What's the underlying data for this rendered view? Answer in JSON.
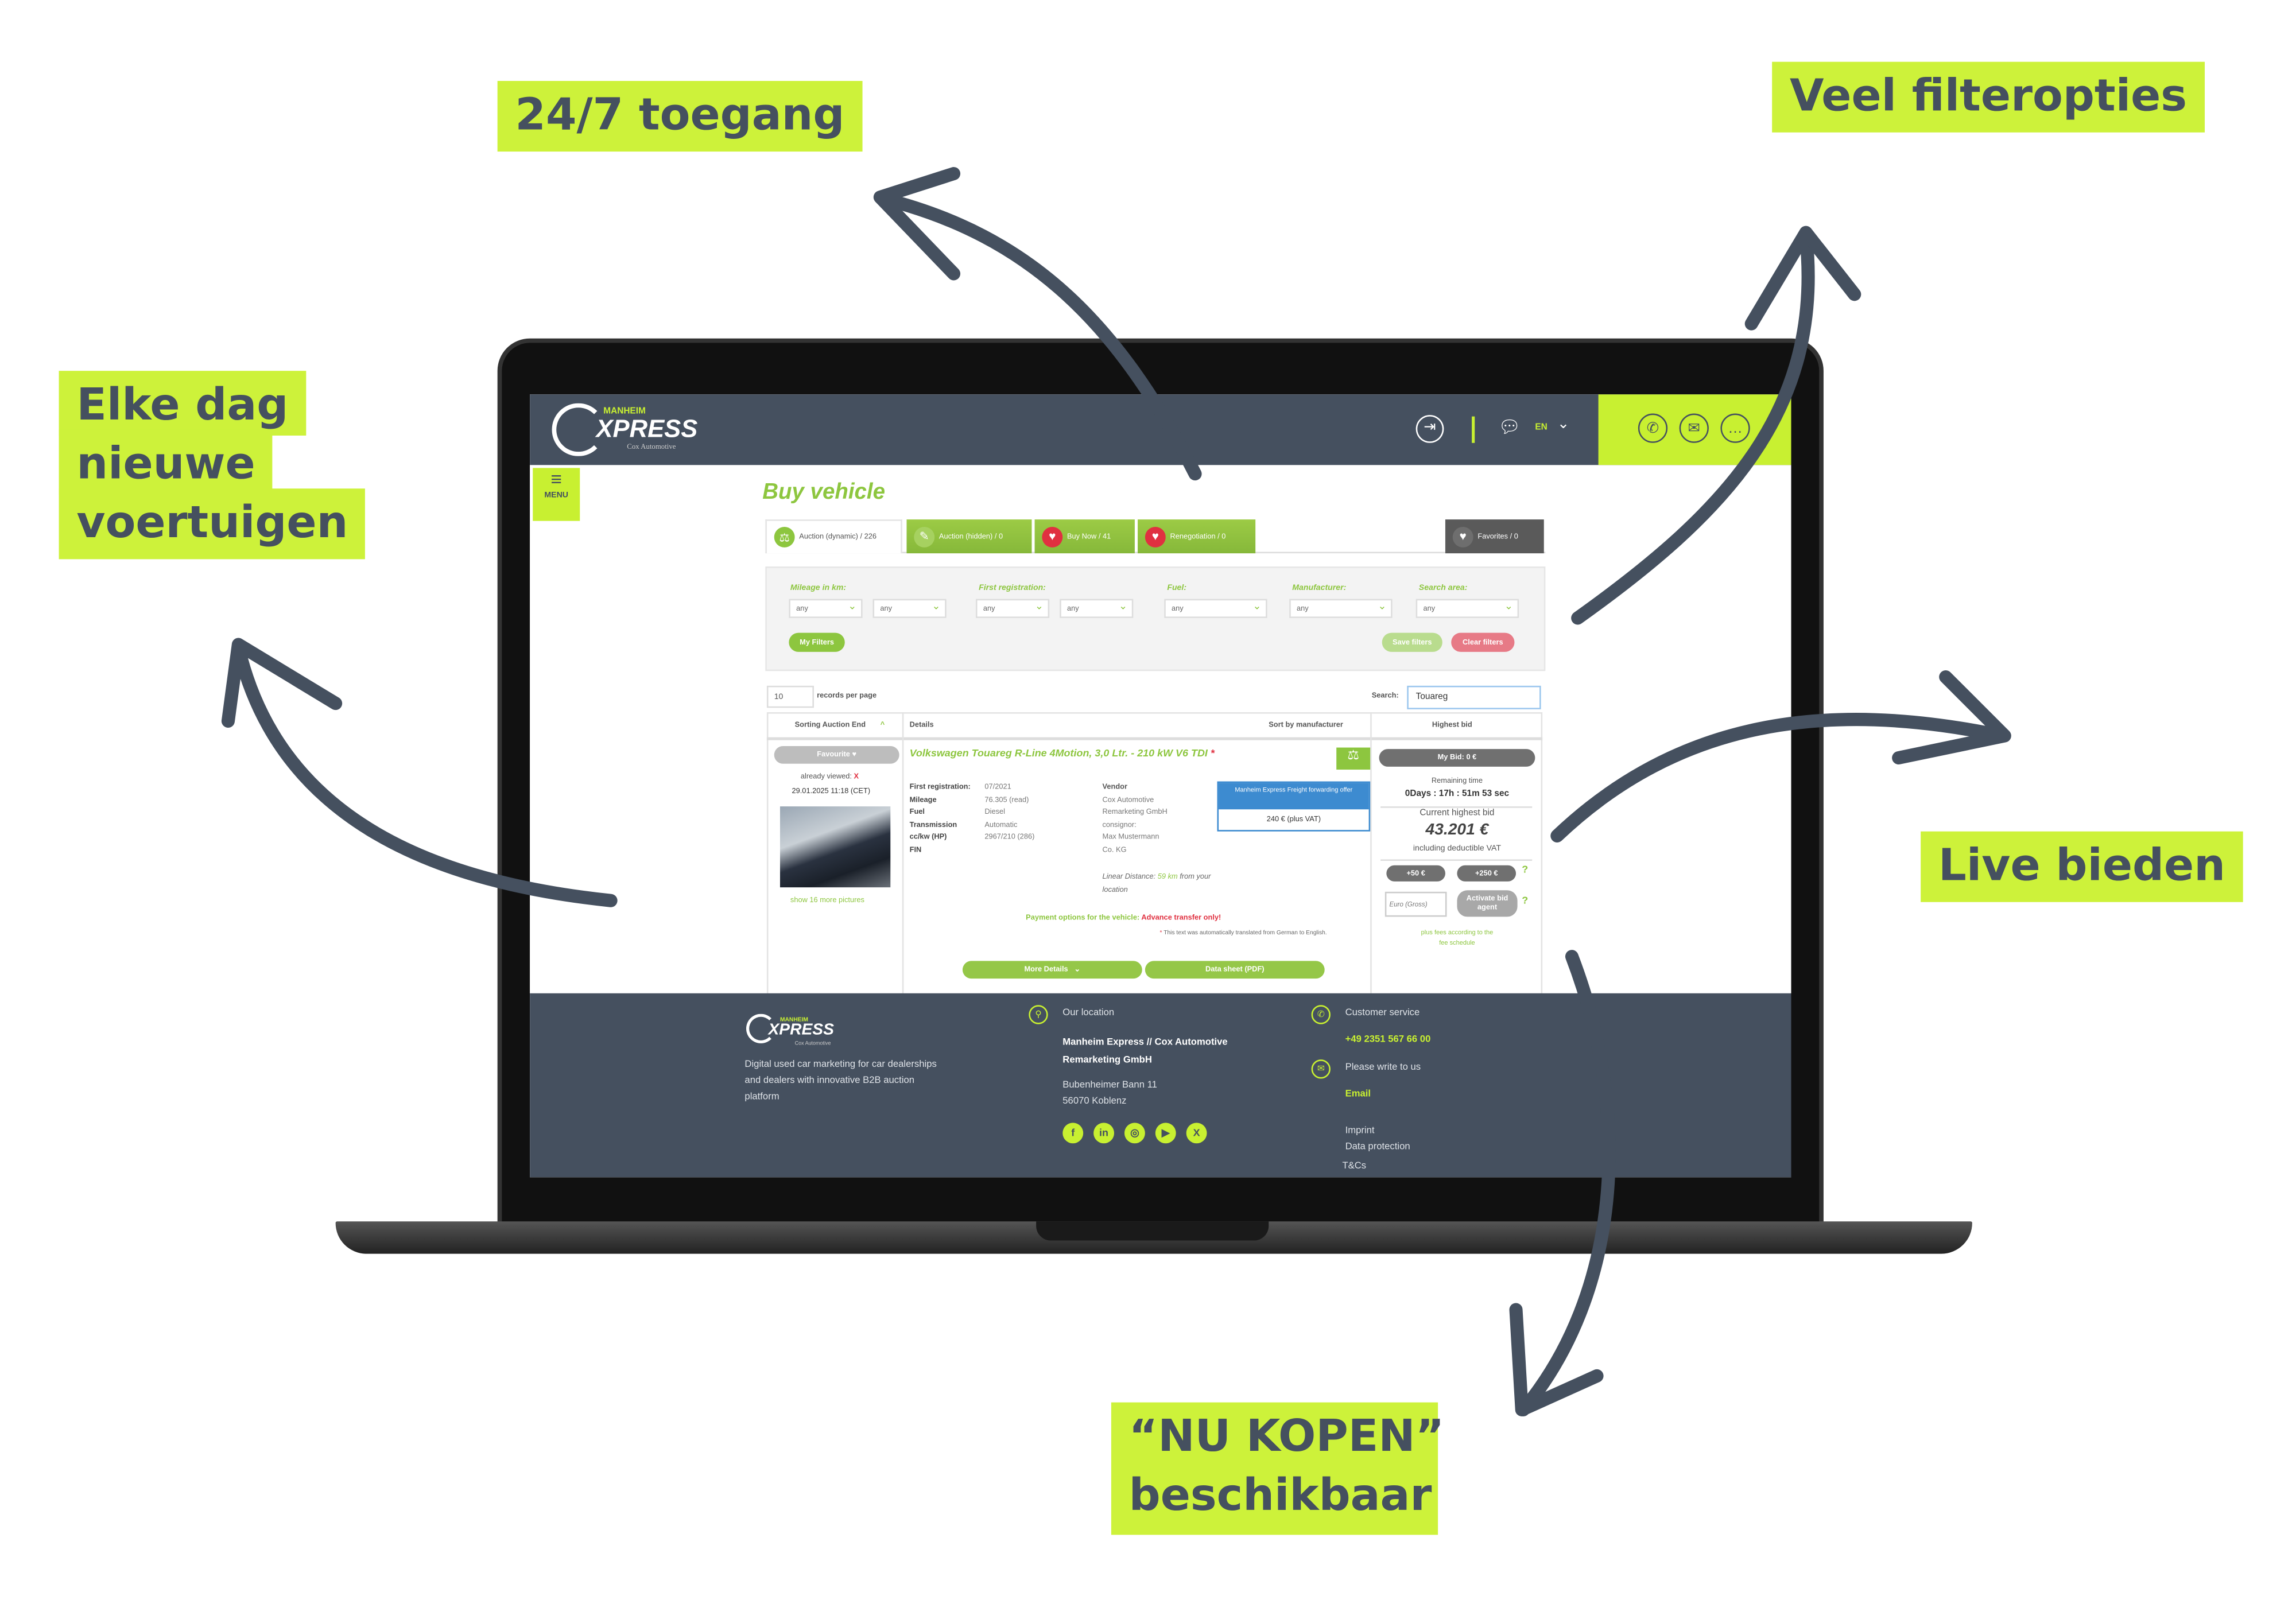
{
  "callouts": {
    "access": "24/7 toegang",
    "filters": "Veel filteropties",
    "daily_line1": "Elke dag",
    "daily_line2": "nieuwe",
    "daily_line3": "voertuigen",
    "live": "Live bieden",
    "buynow_line1": "“NU KOPEN”",
    "buynow_line2": "beschikbaar"
  },
  "header": {
    "logo_top": "MANHEIM",
    "logo_main": "XPRESS",
    "logo_sub": "Cox Automotive",
    "language": "EN",
    "menu_label": "MENU"
  },
  "page": {
    "title": "Buy vehicle"
  },
  "tabs": [
    {
      "label": "Auction (dynamic) / 226"
    },
    {
      "label": "Auction (hidden) / 0"
    },
    {
      "label": "Buy Now / 41"
    },
    {
      "label": "Renegotiation / 0"
    },
    {
      "label": "Favorites / 0"
    }
  ],
  "filters": {
    "mileage_label": "Mileage in km:",
    "first_reg_label": "First registration:",
    "fuel_label": "Fuel:",
    "manufacturer_label": "Manufacturer:",
    "search_area_label": "Search area:",
    "any": "any",
    "my_filters": "My Filters",
    "save_filters": "Save filters",
    "clear_filters": "Clear filters"
  },
  "table": {
    "records_value": "10",
    "records_label": "records per page",
    "search_label": "Search:",
    "search_value": "Touareg",
    "headers": {
      "sorting": "Sorting Auction End",
      "details": "Details",
      "sort_manufacturer": "Sort by manufacturer",
      "highest_bid": "Highest bid"
    }
  },
  "listing": {
    "favourite": "Favourite",
    "already_viewed": "already viewed:",
    "viewed_mark": "X",
    "date": "29.01.2025 11:18 (CET)",
    "more_pictures": "show 16 more pictures",
    "title": "Volkswagen Touareg R-Line 4Motion, 3,0 Ltr. - 210 kW V6 TDI",
    "asterisk": "*",
    "specs": [
      {
        "k": "First registration:",
        "v": "07/2021"
      },
      {
        "k": "Mileage",
        "v": "76.305 (read)"
      },
      {
        "k": "Fuel",
        "v": "Diesel"
      },
      {
        "k": "Transmission",
        "v": "Automatic"
      },
      {
        "k": "cc/kw (HP)",
        "v": "2967/210 (286)"
      },
      {
        "k": "FIN",
        "v": ""
      }
    ],
    "vendor_label": "Vendor",
    "vendor_lines": [
      "Cox Automotive",
      "Remarketing GmbH",
      "consignor:",
      "Max Mustermann",
      "Co. KG"
    ],
    "distance_prefix": "Linear Distance:",
    "distance_value": "59 km",
    "distance_suffix": "from your location",
    "freight_title": "Manheim Express Freight forwarding offer",
    "freight_price": "240 € (plus VAT)",
    "payment_label": "Payment options for the vehicle:",
    "payment_value": "Advance transfer only!",
    "translation_note": "This text was automatically translated from German to English.",
    "more_details": "More Details",
    "data_sheet": "Data sheet (PDF)",
    "my_bid": "My Bid: 0 €",
    "remaining_label": "Remaining time",
    "remaining_value": "0Days : 17h : 51m 53 sec",
    "current_bid_label": "Current highest bid",
    "current_bid": "43.201 €",
    "vat_note": "including deductible VAT",
    "plus50": "+50 €",
    "plus250": "+250 €",
    "bid_placeholder": "Euro (Gross)",
    "bid_agent": "Activate bid agent",
    "fees_note": "plus fees according to the fee schedule"
  },
  "footer": {
    "tagline": "Digital used car marketing for car dealerships and dealers with innovative B2B auction platform",
    "location_label": "Our location",
    "company": "Manheim Express // Cox Automotive Remarketing GmbH",
    "street": "Bubenheimer Bann 11",
    "city": "56070 Koblenz",
    "service_label": "Customer service",
    "phone": "+49 2351 567 66 00",
    "write_label": "Please write to us",
    "email": "Email",
    "imprint": "Imprint",
    "data_protection": "Data protection",
    "tcs": "T&Cs"
  },
  "colors": {
    "lime": "#c8f031",
    "slate": "#45505f",
    "green": "#8dc63f",
    "red": "#e03040",
    "blue": "#3d8bd0"
  }
}
